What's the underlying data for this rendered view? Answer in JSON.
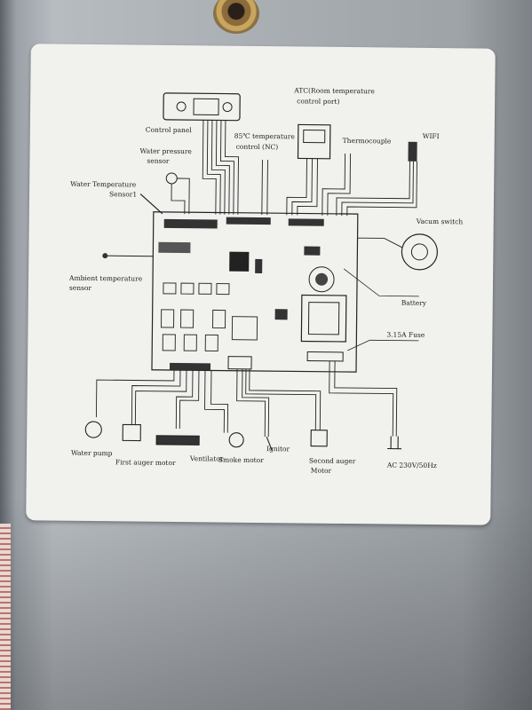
{
  "labels": {
    "control_panel": "Control panel",
    "atc_line1": "ATC(Room temperature",
    "atc_line2": "control port)",
    "temp_85_line1": "85℃ temperature",
    "temp_85_line2": "control (NC)",
    "thermocouple": "Thermocouple",
    "wifi": "WIFI",
    "water_pressure_line1": "Water pressure",
    "water_pressure_line2": "sensor",
    "water_temp_line1": "Water Temperature",
    "water_temp_line2": "Sensor1",
    "vacum_switch": "Vacum switch",
    "ambient_line1": "Ambient temperature",
    "ambient_line2": "sensor",
    "battery": "Battery",
    "fuse": "3.15A Fuse",
    "water_pump": "Water pump",
    "first_auger": "First auger motor",
    "ventilator": "Ventilator",
    "smoke_motor": "Smoke motor",
    "ignitor": "Ignitor",
    "second_auger_line1": "Second auger",
    "second_auger_line2": "Motor",
    "ac_power": "AC 230V/50Hz"
  }
}
